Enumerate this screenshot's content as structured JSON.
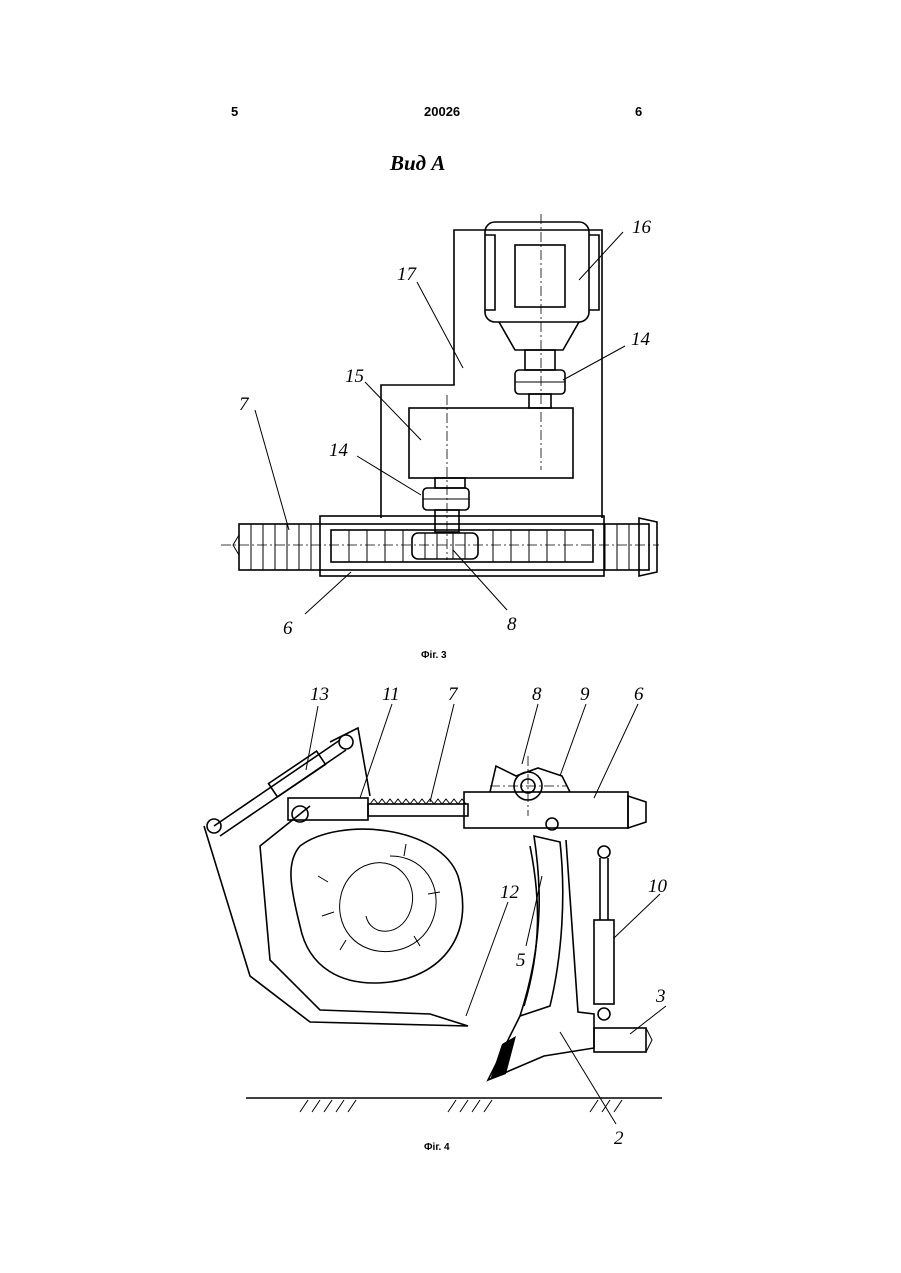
{
  "header": {
    "page_left": "5",
    "patent_number": "20026",
    "page_right": "6"
  },
  "fig3": {
    "title": "Вид А",
    "caption": "Фіг. 3",
    "labels": {
      "l16": "16",
      "l17": "17",
      "l14a": "14",
      "l15": "15",
      "l7": "7",
      "l14b": "14",
      "l6": "6",
      "l8": "8"
    }
  },
  "fig4": {
    "caption": "Фіг. 4",
    "labels": {
      "l13": "13",
      "l11": "11",
      "l7": "7",
      "l8": "8",
      "l9": "9",
      "l6": "6",
      "l12": "12",
      "l5": "5",
      "l10": "10",
      "l3": "3",
      "l2": "2"
    }
  }
}
